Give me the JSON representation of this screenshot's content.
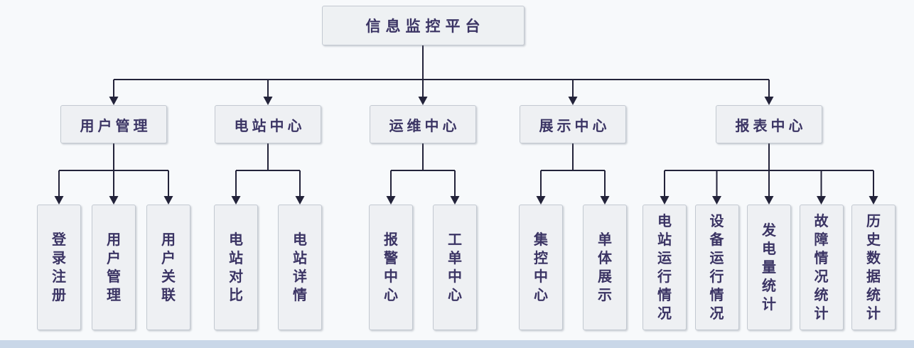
{
  "diagram": {
    "root": {
      "label": "信息监控平台"
    },
    "groups": [
      {
        "label": "用户管理",
        "children": [
          "登录注册",
          "用户管理",
          "用户关联"
        ]
      },
      {
        "label": "电站中心",
        "children": [
          "电站对比",
          "电站详情"
        ]
      },
      {
        "label": "运维中心",
        "children": [
          "报警中心",
          "工单中心"
        ]
      },
      {
        "label": "展示中心",
        "children": [
          "集控中心",
          "单体展示"
        ]
      },
      {
        "label": "报表中心",
        "children": [
          "电站运行情况",
          "设备运行情况",
          "发电量统计",
          "故障情况统计",
          "历史数据统计"
        ]
      }
    ],
    "colors": {
      "background": "#f7f9fb",
      "node_fill": "#eef0f3",
      "node_border": "#c3c9d1",
      "text": "#3b3464",
      "line": "#23233a",
      "bottom_bar": "#c9d7e8"
    }
  }
}
